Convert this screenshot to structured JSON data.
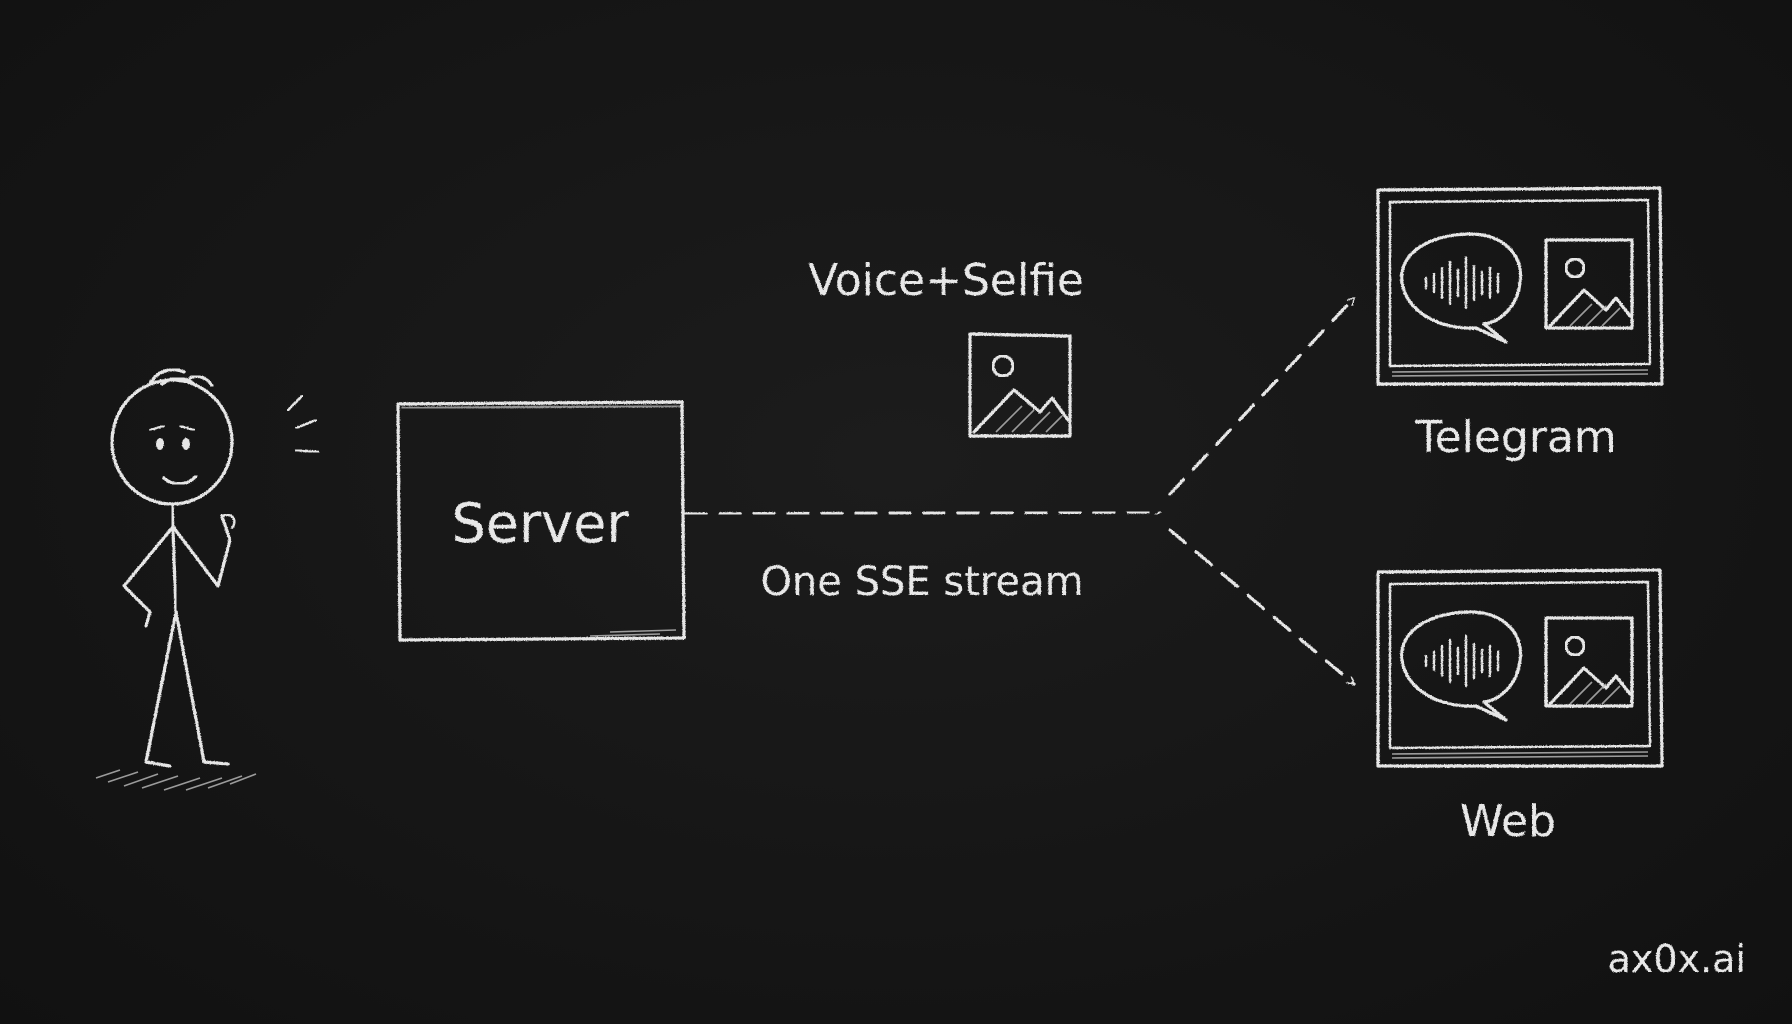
{
  "nodes": {
    "server": {
      "label": "Server"
    },
    "payload": {
      "label": "Voice+Selfie"
    },
    "stream": {
      "label": "One SSE stream"
    },
    "telegram": {
      "label": "Telegram"
    },
    "web": {
      "label": "Web"
    }
  },
  "watermark": "ax0x.ai",
  "icons": {
    "payload": [
      "sound-wave-icon",
      "image-icon"
    ],
    "client_screen": [
      "voice-message-bubble-icon",
      "image-icon"
    ]
  },
  "colors": {
    "background": "#161616",
    "chalk": "#e6e6e6"
  }
}
